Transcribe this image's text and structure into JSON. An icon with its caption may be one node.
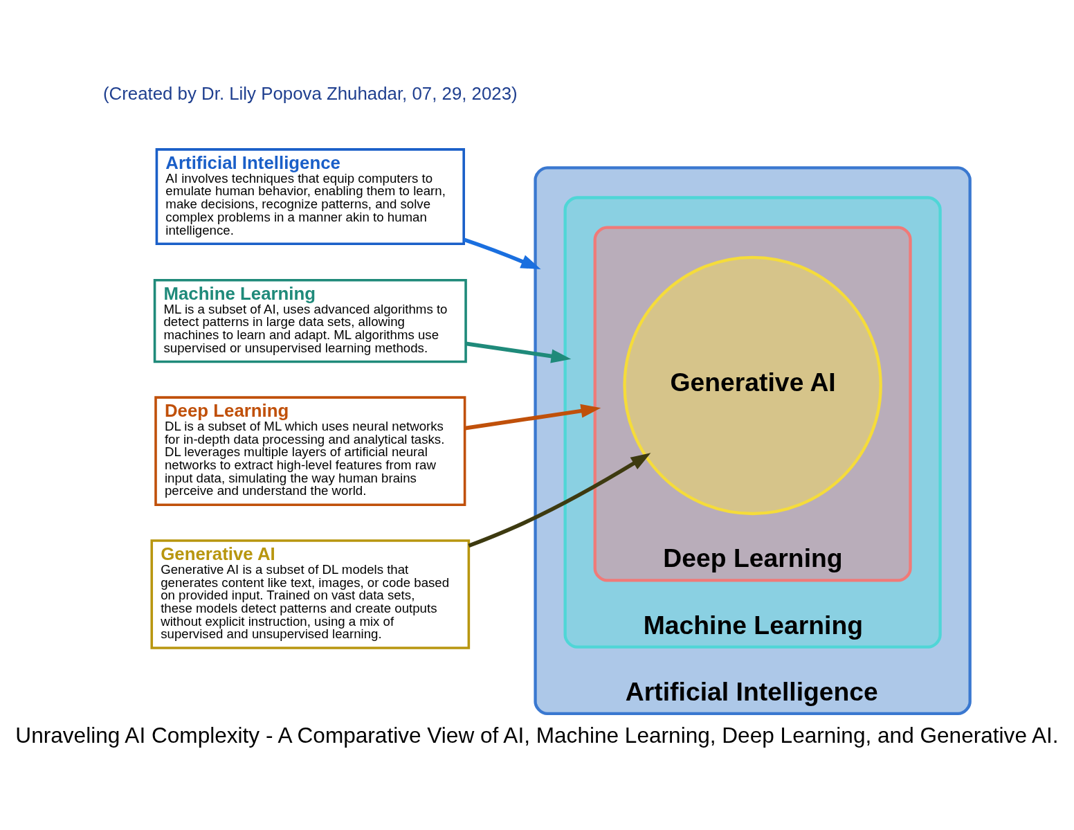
{
  "diagram": {
    "caption": "Unraveling AI Complexity - A Comparative View of AI, Machine Learning, Deep Learning, and Generative AI.",
    "nodes": [
      {
        "text": [
          "Artificial Intelligence",
          "AI involves techniques that equip computers to emulate human behavior, enabling them to learn, make decisions, recognize patterns, and solve complex problems in a manner akin to human intelligence."
        ]
      },
      {
        "text": [
          "Machine Learning",
          "ML is a subset of AI, uses advanced algorithms to detect patterns in large data sets, allowing machines to learn and adapt. ML algorithms use supervised or unsupervised learning methods."
        ]
      },
      {
        "text": [
          "Deep Learning",
          "DL is a subset of ML which uses neural networks for in-depth data processing and analytical tasks. DL leverages multiple layers of artificial neural networks to extract high-level features from raw input data, simulating the way human brains perceive and understand the world."
        ]
      },
      {
        "text": [
          "Generative AI",
          "Generative AI is a subset of DL models that generates content like text, images, or code based on provided input. Trained on vast data sets, these models detect patterns and create outputs without explicit instruction, using a mix of supervised and unsupervised learning."
        ]
      },
      {
        "text": [
          "Artificial Intelligence"
        ]
      },
      {
        "text": [
          "Machine Learning"
        ],
        "in": 4
      },
      {
        "text": [
          "Deep Learning"
        ],
        "in": 5
      },
      {
        "text": [
          "Generative AI"
        ],
        "in": 6
      }
    ],
    "edges": [
      {
        "from": 0,
        "to": 4,
        "arrow": "to",
        "color": "#1a6fdf"
      },
      {
        "from": 1,
        "to": 5,
        "arrow": "to",
        "color": "#1f8a7a"
      },
      {
        "from": 2,
        "to": 6,
        "arrow": "to",
        "color": "#c0500a"
      },
      {
        "from": 3,
        "to": 7,
        "arrow": "to",
        "color": "#3d3a10"
      }
    ],
    "labels": [
      "(Created by Dr. Lily Popova Zhuhadar, 07, 29, 2023)"
    ]
  }
}
